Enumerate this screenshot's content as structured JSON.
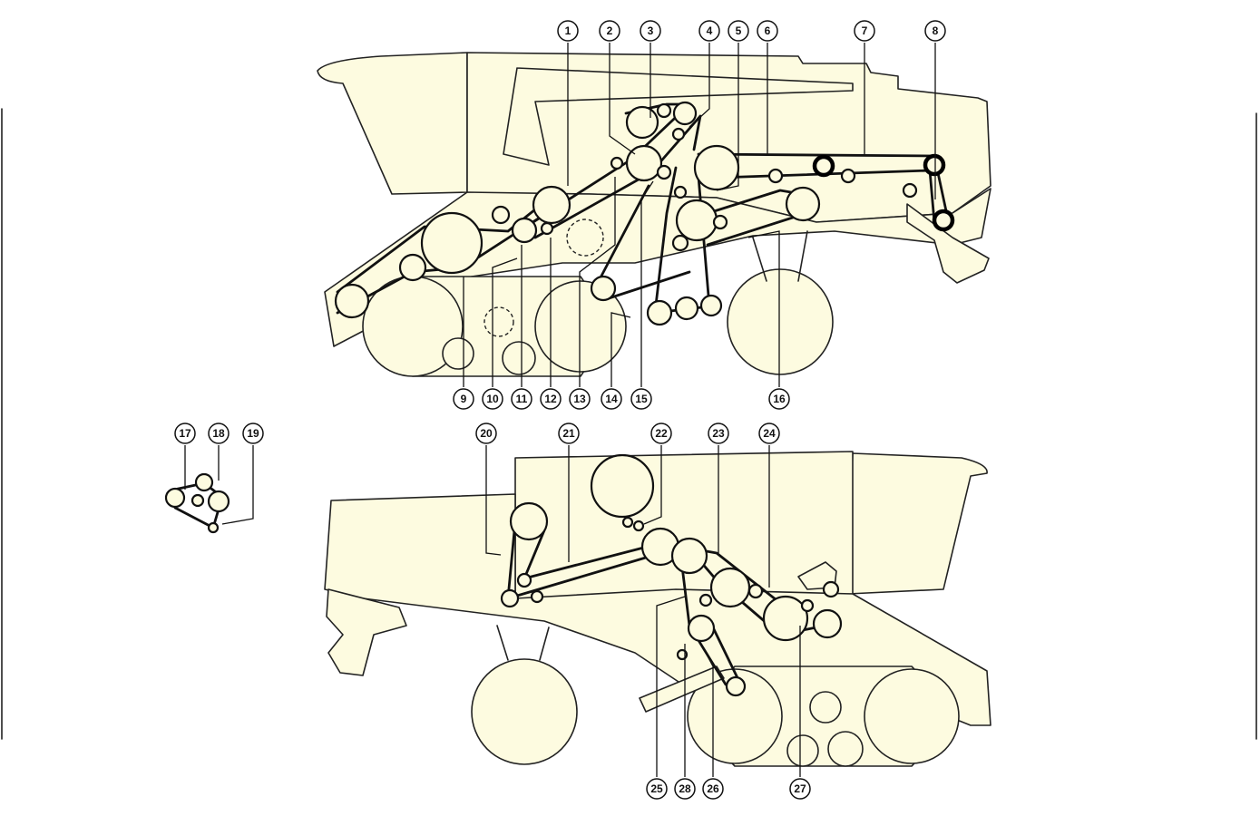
{
  "callouts": [
    {
      "id": "c1",
      "label": "1"
    },
    {
      "id": "c2",
      "label": "2"
    },
    {
      "id": "c3",
      "label": "3"
    },
    {
      "id": "c4",
      "label": "4"
    },
    {
      "id": "c5",
      "label": "5"
    },
    {
      "id": "c6",
      "label": "6"
    },
    {
      "id": "c7",
      "label": "7"
    },
    {
      "id": "c8",
      "label": "8"
    },
    {
      "id": "c9",
      "label": "9"
    },
    {
      "id": "c10",
      "label": "10"
    },
    {
      "id": "c11",
      "label": "11"
    },
    {
      "id": "c12",
      "label": "12"
    },
    {
      "id": "c13",
      "label": "13"
    },
    {
      "id": "c14",
      "label": "14"
    },
    {
      "id": "c15",
      "label": "15"
    },
    {
      "id": "c16",
      "label": "16"
    },
    {
      "id": "c17",
      "label": "17"
    },
    {
      "id": "c18",
      "label": "18"
    },
    {
      "id": "c19",
      "label": "19"
    },
    {
      "id": "c20",
      "label": "20"
    },
    {
      "id": "c21",
      "label": "21"
    },
    {
      "id": "c22",
      "label": "22"
    },
    {
      "id": "c23",
      "label": "23"
    },
    {
      "id": "c24",
      "label": "24"
    },
    {
      "id": "c25",
      "label": "25"
    },
    {
      "id": "c26",
      "label": "26"
    },
    {
      "id": "c27",
      "label": "27"
    },
    {
      "id": "c28",
      "label": "28"
    }
  ],
  "colors": {
    "body_fill": "#fdfbe0",
    "line": "#222222",
    "belt": "#111111",
    "background": "#ffffff"
  }
}
